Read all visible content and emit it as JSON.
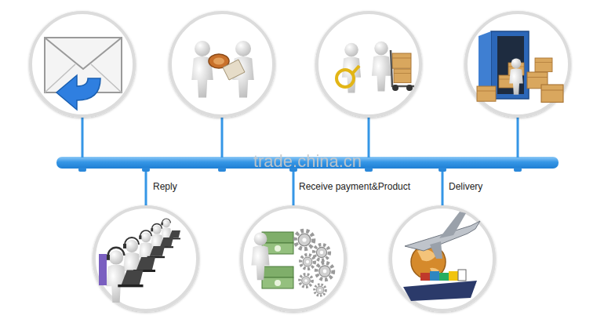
{
  "diagram": {
    "labels": [
      "Reply",
      "Receive payment&Product",
      "Delivery",
      "trade.china.cn"
    ]
  }
}
